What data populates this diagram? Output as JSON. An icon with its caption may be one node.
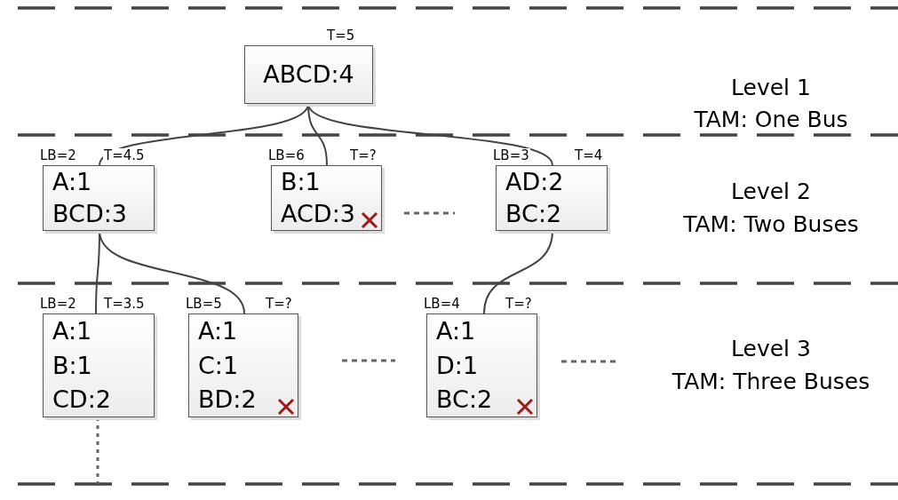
{
  "diagram": {
    "nodes": [
      {
        "text": [
          "ABCD:4"
        ],
        "beside": [
          "T=5"
        ]
      },
      {
        "text": [
          "A:1",
          "BCD:3"
        ],
        "beside": [
          "LB=2",
          "T=4.5"
        ]
      },
      {
        "text": [
          "B:1",
          "ACD:3"
        ],
        "beside": [
          "LB=6",
          "T=?"
        ]
      },
      {
        "text": [
          "AD:2",
          "BC:2"
        ],
        "beside": [
          "LB=3",
          "T=4"
        ]
      },
      {
        "text": [
          "A:1",
          "B:1",
          "CD:2"
        ],
        "beside": [
          "LB=2",
          "T=3.5"
        ]
      },
      {
        "text": [
          "A:1",
          "C:1",
          "BD:2"
        ],
        "beside": [
          "LB=5",
          "T=?"
        ]
      },
      {
        "text": [
          "A:1",
          "D:1",
          "BC:2"
        ],
        "beside": [
          "LB=4",
          "T=?"
        ]
      }
    ],
    "edges": [
      {
        "from": 0,
        "to": 1,
        "arrow": "none"
      },
      {
        "from": 0,
        "to": 2,
        "arrow": "none"
      },
      {
        "from": 0,
        "to": 3,
        "arrow": "none"
      },
      {
        "from": 1,
        "to": 4,
        "arrow": "none"
      },
      {
        "from": 1,
        "to": 5,
        "arrow": "none"
      },
      {
        "from": 3,
        "to": 6,
        "arrow": "none"
      },
      {
        "from": 4,
        "to": null,
        "arrow": "none",
        "style": "dashed"
      }
    ],
    "labels": [
      "Level 1",
      "TAM: One Bus",
      "Level 2",
      "TAM: Two Buses",
      "Level 3",
      "TAM: Three Buses"
    ]
  }
}
